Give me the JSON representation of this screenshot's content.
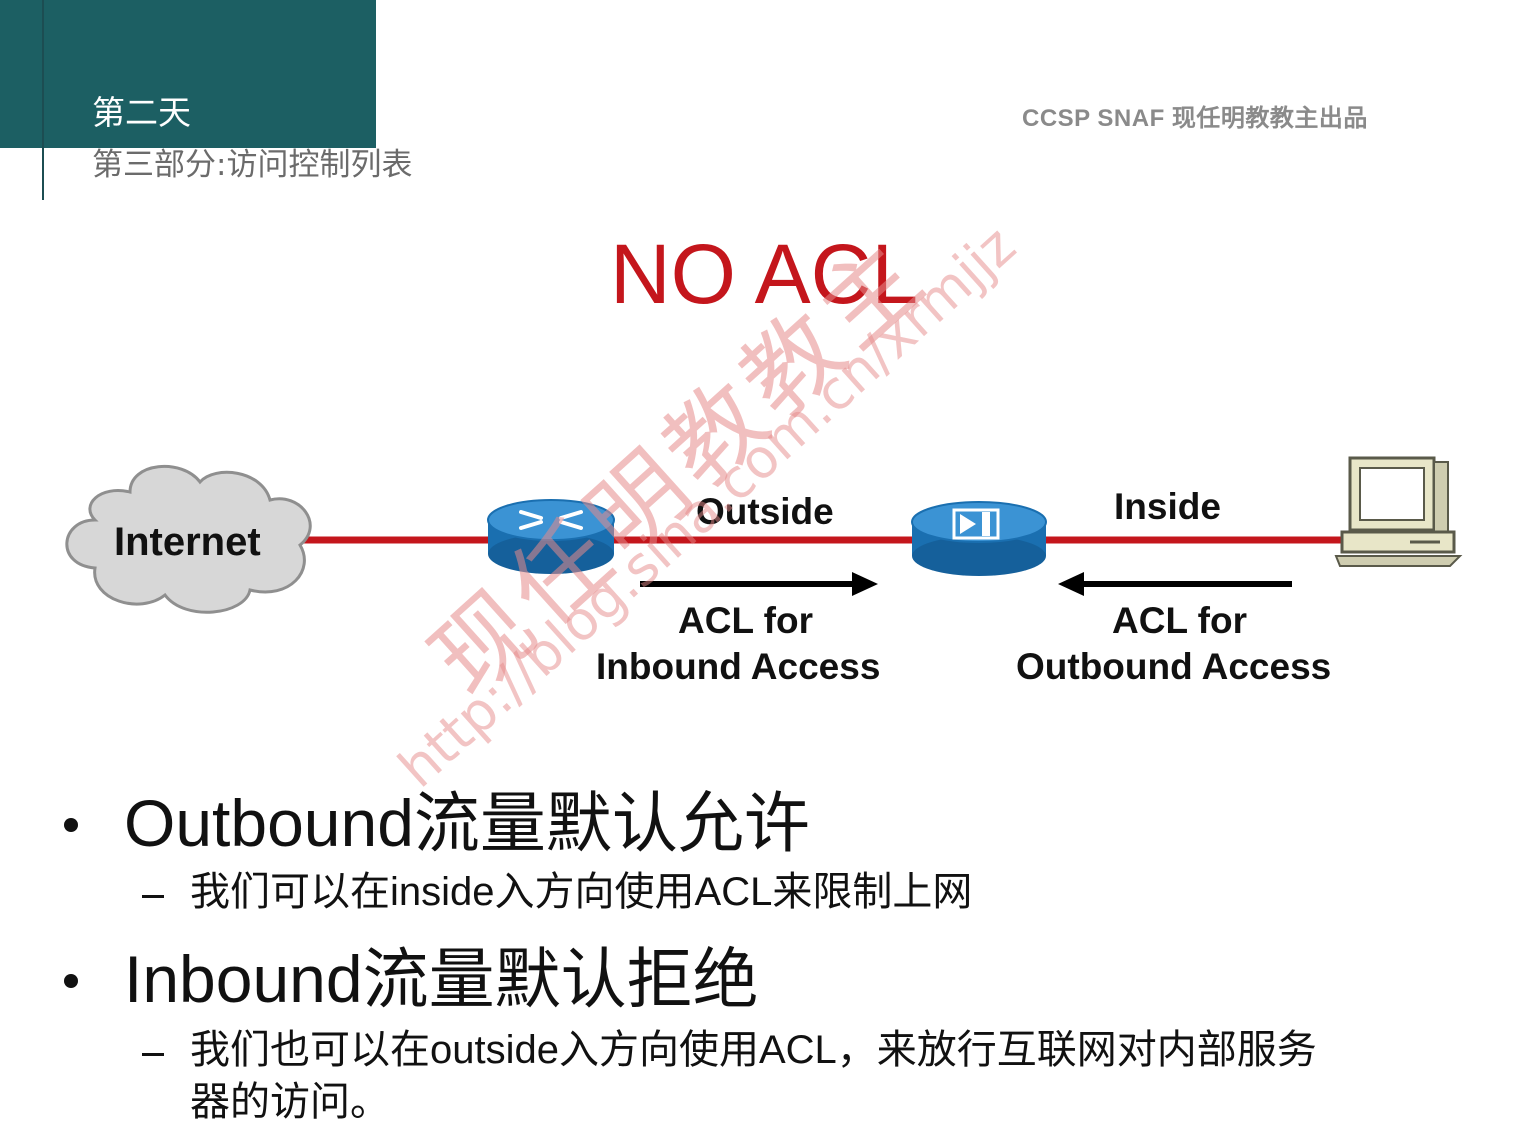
{
  "header": {
    "day": "第二天",
    "section": "第三部分:访问控制列表",
    "brand": "CCSP SNAF  现任明教教主出品"
  },
  "title": "NO ACL",
  "diagram": {
    "internet_label": "Internet",
    "outside_label": "Outside",
    "inside_label": "Inside",
    "inbound_acl_line1": "ACL for",
    "inbound_acl_line2": "Inbound Access",
    "outbound_acl_line1": "ACL for",
    "outbound_acl_line2": "Outbound Access",
    "colors": {
      "link": "#c4161c",
      "device": "#1e73b6",
      "cloud": "#d8d8d8",
      "arrow": "#000000"
    }
  },
  "bullets": [
    {
      "text": "Outbound流量默认允许",
      "sub": [
        "我们可以在inside入方向使用ACL来限制上网"
      ]
    },
    {
      "text": "Inbound流量默认拒绝",
      "sub": [
        "我们也可以在outside入方向使用ACL，来放行互联网对内部服务",
        "器的访问。"
      ]
    }
  ],
  "watermark": {
    "chars": "现任明教教主",
    "url": "http://blog.sina.com.cn/xrmjjz"
  }
}
